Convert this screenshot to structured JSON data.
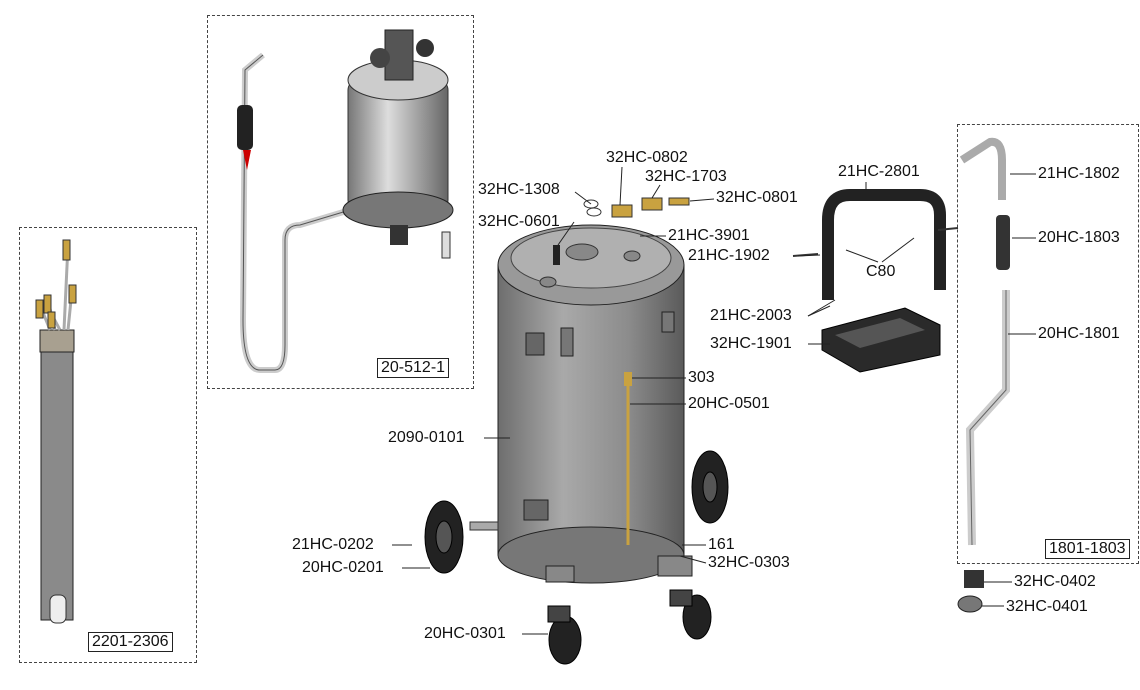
{
  "groups": {
    "probe_kit": "2201-2306",
    "evacuator_head": "20-512-1",
    "suction_tube_set": "1801-1803"
  },
  "labels": {
    "p32HC_0802": "32HC-0802",
    "p32HC_1703": "32HC-1703",
    "p32HC_1308": "32HC-1308",
    "p32HC_0801": "32HC-0801",
    "p32HC_0601": "32HC-0601",
    "p21HC_3901": "21HC-3901",
    "p21HC_2801": "21HC-2801",
    "p21HC_1902": "21HC-1902",
    "pC80": "C80",
    "p21HC_2003": "21HC-2003",
    "p32HC_1901": "32HC-1901",
    "p21HC_1802": "21HC-1802",
    "p20HC_1803": "20HC-1803",
    "p20HC_1801": "20HC-1801",
    "p303": "303",
    "p20HC_0501": "20HC-0501",
    "p2090_0101": "2090-0101",
    "p161": "161",
    "p32HC_0303": "32HC-0303",
    "p21HC_0202": "21HC-0202",
    "p20HC_0201": "20HC-0201",
    "p20HC_0301": "20HC-0301",
    "p32HC_0402": "32HC-0402",
    "p32HC_0401": "32HC-0401"
  },
  "colors": {
    "tank": "#8a8a8a",
    "dark": "#2a2a2a",
    "brass": "#c9a240"
  }
}
